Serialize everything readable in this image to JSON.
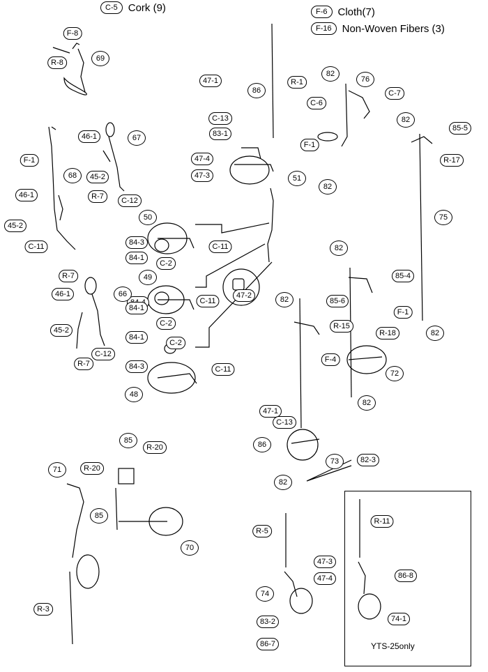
{
  "legend": {
    "cork": {
      "code": "C-5",
      "text": "Cork (9)"
    },
    "cloth": {
      "code": "F-6",
      "text": "Cloth(7)"
    },
    "nonwoven": {
      "code": "F-16",
      "text": "Non-Woven Fibers (3)"
    }
  },
  "inset_label": "YTS-25only",
  "callouts": [
    {
      "id": "F-8",
      "shape": "pill"
    },
    {
      "id": "69",
      "shape": "circle"
    },
    {
      "id": "R-8",
      "shape": "pill"
    },
    {
      "id": "46-1",
      "shape": "pill"
    },
    {
      "id": "67",
      "shape": "circle"
    },
    {
      "id": "45-2",
      "shape": "pill"
    },
    {
      "id": "R-7",
      "shape": "pill"
    },
    {
      "id": "C-12",
      "shape": "pill"
    },
    {
      "id": "F-1",
      "shape": "pill"
    },
    {
      "id": "68",
      "shape": "circle"
    },
    {
      "id": "46-1",
      "shape": "pill"
    },
    {
      "id": "45-2",
      "shape": "pill"
    },
    {
      "id": "C-11",
      "shape": "pill"
    },
    {
      "id": "R-7",
      "shape": "pill"
    },
    {
      "id": "47-1",
      "shape": "pill"
    },
    {
      "id": "86",
      "shape": "circle"
    },
    {
      "id": "C-13",
      "shape": "pill"
    },
    {
      "id": "83-1",
      "shape": "pill"
    },
    {
      "id": "47-4",
      "shape": "pill"
    },
    {
      "id": "47-3",
      "shape": "pill"
    },
    {
      "id": "R-1",
      "shape": "pill"
    },
    {
      "id": "51",
      "shape": "circle"
    },
    {
      "id": "82",
      "shape": "circle"
    },
    {
      "id": "76",
      "shape": "circle"
    },
    {
      "id": "C-6",
      "shape": "pill"
    },
    {
      "id": "C-7",
      "shape": "pill"
    },
    {
      "id": "F-1",
      "shape": "pill"
    },
    {
      "id": "82",
      "shape": "circle"
    },
    {
      "id": "82",
      "shape": "circle"
    },
    {
      "id": "85-5",
      "shape": "pill"
    },
    {
      "id": "R-17",
      "shape": "pill"
    },
    {
      "id": "75",
      "shape": "circle"
    },
    {
      "id": "50",
      "shape": "circle"
    },
    {
      "id": "84-3",
      "shape": "pill"
    },
    {
      "id": "84-1",
      "shape": "pill"
    },
    {
      "id": "C-2",
      "shape": "pill"
    },
    {
      "id": "C-11",
      "shape": "pill"
    },
    {
      "id": "49",
      "shape": "circle"
    },
    {
      "id": "84-4",
      "shape": "pill"
    },
    {
      "id": "84-1",
      "shape": "pill"
    },
    {
      "id": "C-11",
      "shape": "pill"
    },
    {
      "id": "C-2",
      "shape": "pill"
    },
    {
      "id": "47-2",
      "shape": "pill"
    },
    {
      "id": "46-1",
      "shape": "pill"
    },
    {
      "id": "66",
      "shape": "circle"
    },
    {
      "id": "45-2",
      "shape": "pill"
    },
    {
      "id": "R-7",
      "shape": "pill"
    },
    {
      "id": "C-12",
      "shape": "pill"
    },
    {
      "id": "84-1",
      "shape": "pill"
    },
    {
      "id": "C-2",
      "shape": "pill"
    },
    {
      "id": "84-3",
      "shape": "pill"
    },
    {
      "id": "C-11",
      "shape": "pill"
    },
    {
      "id": "48",
      "shape": "circle"
    },
    {
      "id": "82",
      "shape": "circle"
    },
    {
      "id": "85-4",
      "shape": "pill"
    },
    {
      "id": "F-1",
      "shape": "pill"
    },
    {
      "id": "82",
      "shape": "circle"
    },
    {
      "id": "85-6",
      "shape": "pill"
    },
    {
      "id": "R-15",
      "shape": "pill"
    },
    {
      "id": "R-18",
      "shape": "pill"
    },
    {
      "id": "82",
      "shape": "circle"
    },
    {
      "id": "F-4",
      "shape": "pill"
    },
    {
      "id": "72",
      "shape": "circle"
    },
    {
      "id": "82",
      "shape": "circle"
    },
    {
      "id": "47-1",
      "shape": "pill"
    },
    {
      "id": "C-13",
      "shape": "pill"
    },
    {
      "id": "86",
      "shape": "circle"
    },
    {
      "id": "73",
      "shape": "circle"
    },
    {
      "id": "82-3",
      "shape": "pill"
    },
    {
      "id": "82",
      "shape": "circle"
    },
    {
      "id": "85",
      "shape": "circle"
    },
    {
      "id": "R-20",
      "shape": "pill"
    },
    {
      "id": "71",
      "shape": "circle"
    },
    {
      "id": "R-20",
      "shape": "pill"
    },
    {
      "id": "85",
      "shape": "circle"
    },
    {
      "id": "70",
      "shape": "circle"
    },
    {
      "id": "R-3",
      "shape": "pill"
    },
    {
      "id": "R-5",
      "shape": "pill"
    },
    {
      "id": "47-3",
      "shape": "pill"
    },
    {
      "id": "47-4",
      "shape": "pill"
    },
    {
      "id": "74",
      "shape": "circle"
    },
    {
      "id": "83-2",
      "shape": "pill"
    },
    {
      "id": "86-7",
      "shape": "pill"
    },
    {
      "id": "R-11",
      "shape": "pill"
    },
    {
      "id": "86-8",
      "shape": "pill"
    },
    {
      "id": "74-1",
      "shape": "pill"
    }
  ]
}
